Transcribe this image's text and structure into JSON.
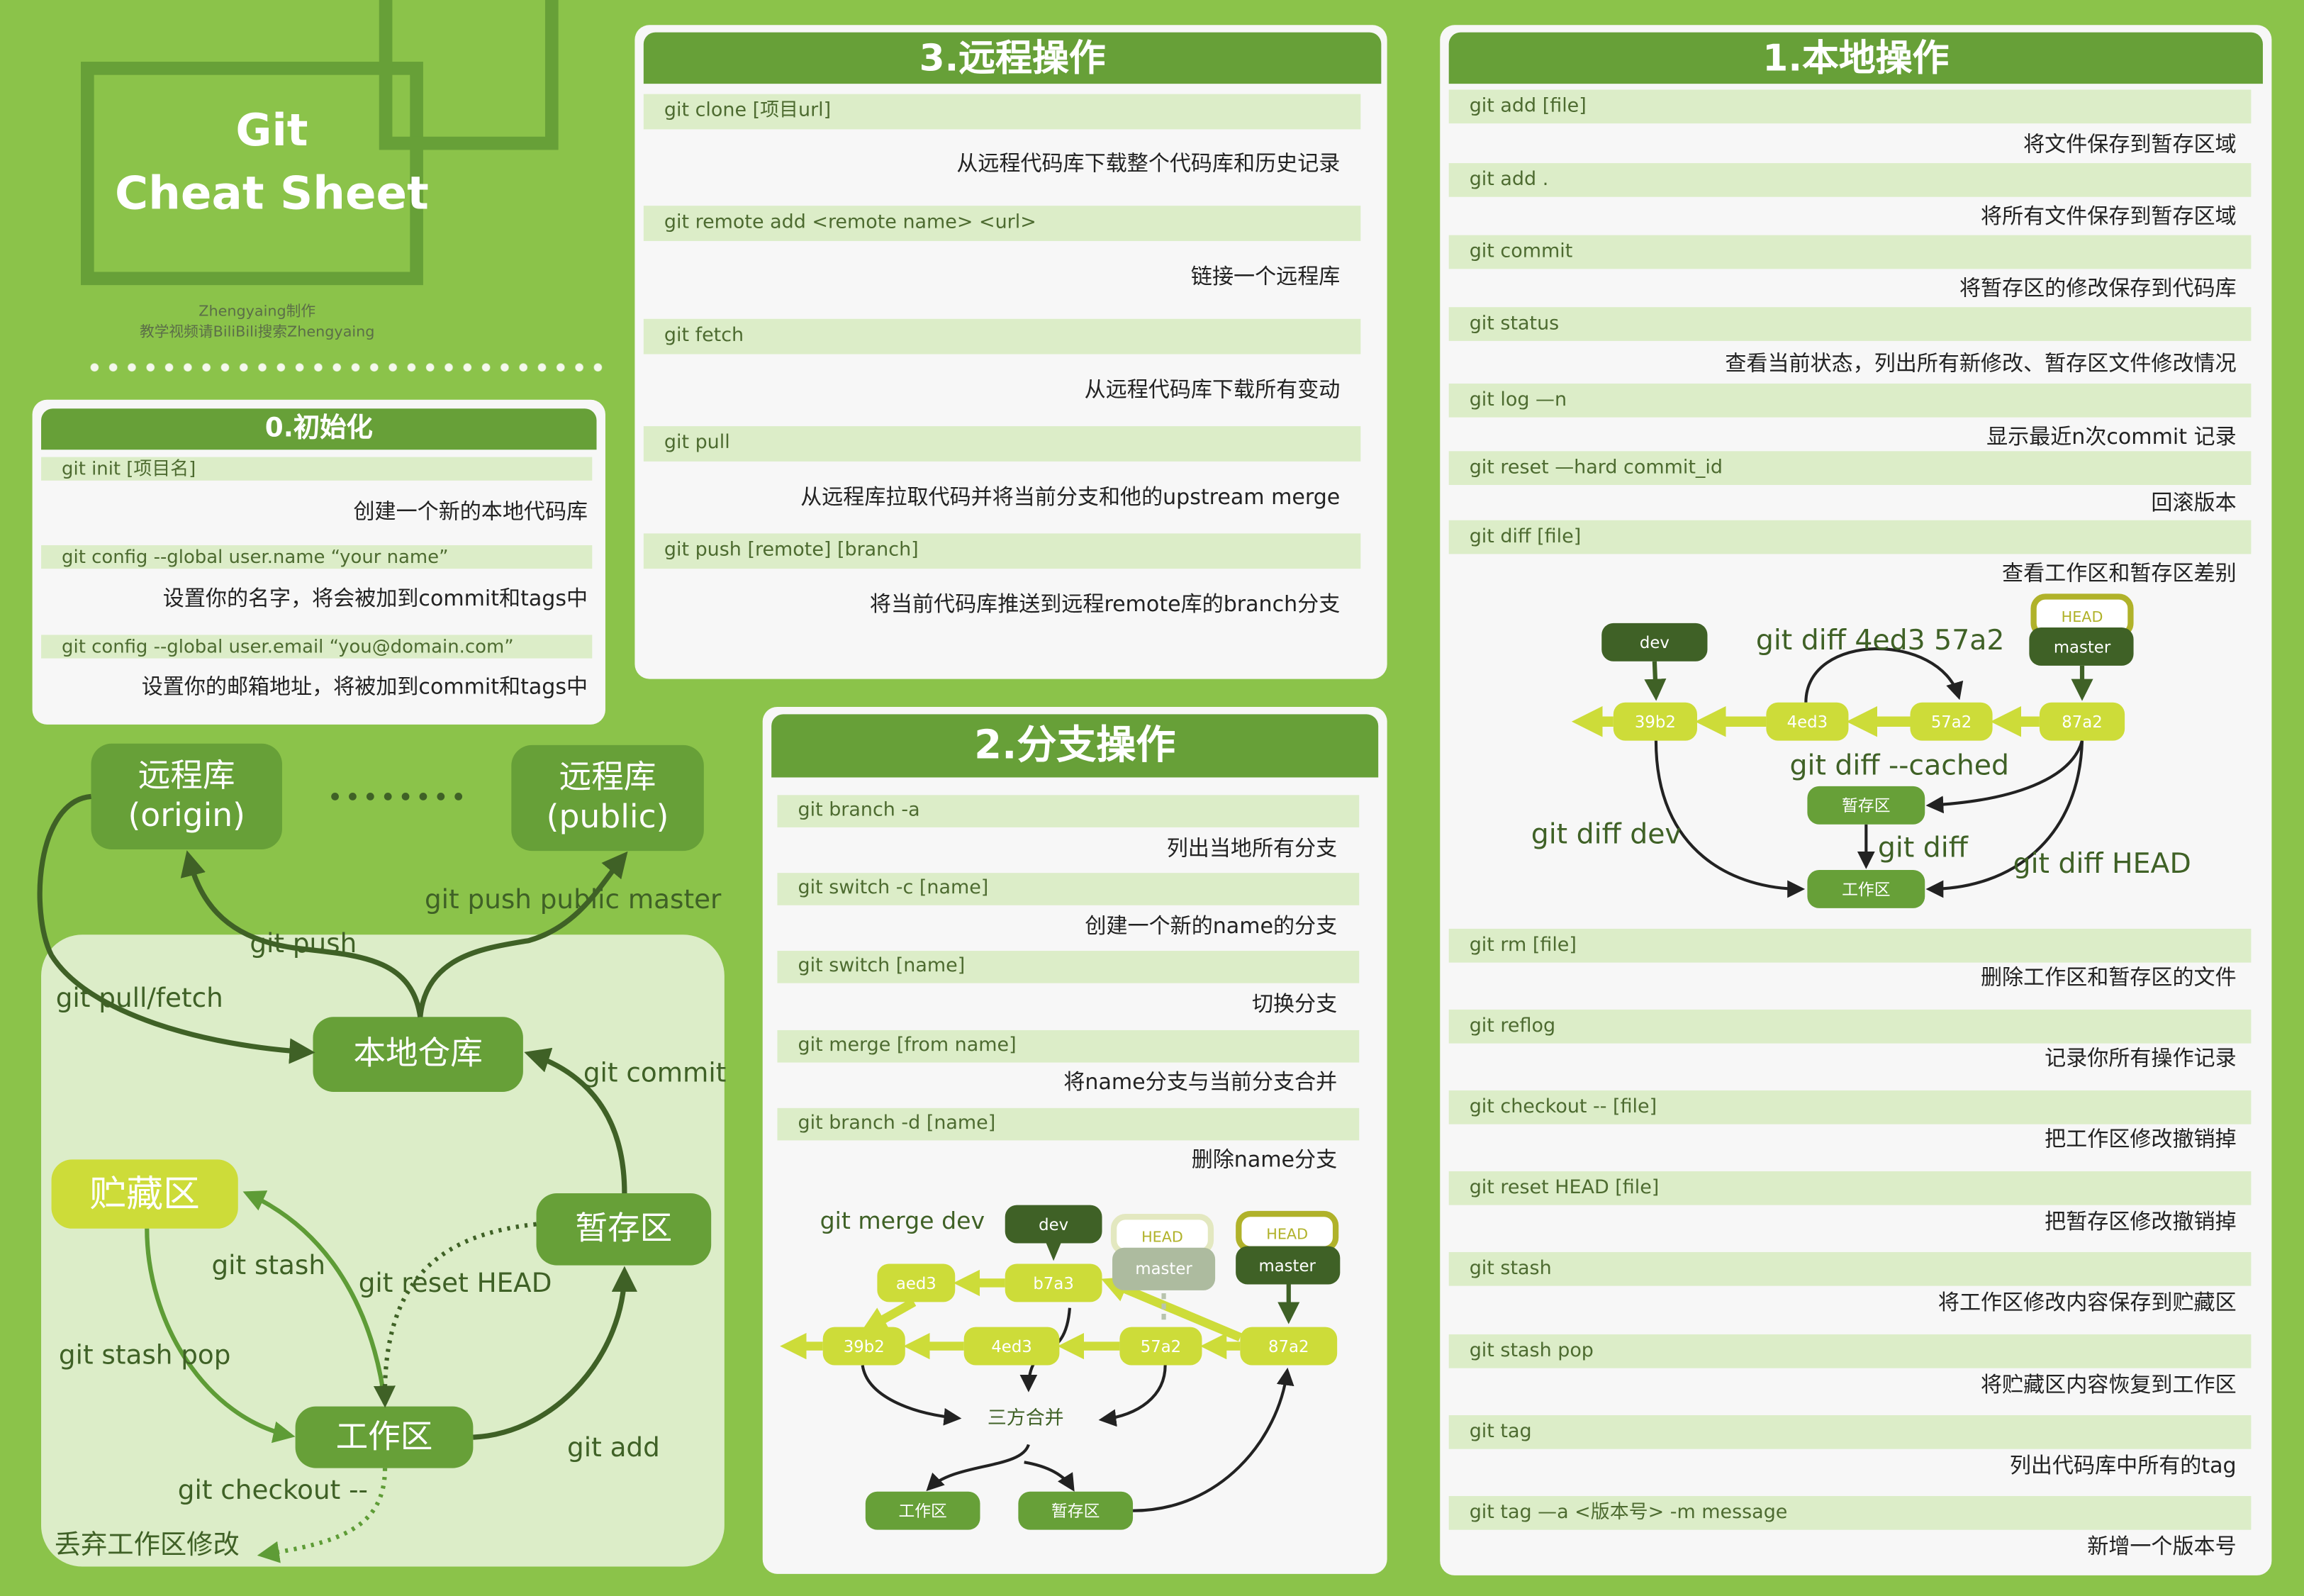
{
  "colors": {
    "background": "#8bc34a",
    "header": "#67a038",
    "row": "#dcedc8",
    "dark": "#3f6126",
    "commit": "#cddc39",
    "head_border": "#b0b22a"
  },
  "logo": {
    "title_line1": "Git",
    "title_line2": "Cheat Sheet",
    "credit1": "Zhengyaing制作",
    "credit2": "教学视频请BiliBili搜索Zhengyaing"
  },
  "init": {
    "title": "0.初始化",
    "rows": [
      {
        "cmd": "git init [项目名]",
        "desc": "创建一个新的本地代码库"
      },
      {
        "cmd": "git config --global user.name “your name”",
        "desc": "设置你的名字，将会被加到commit和tags中"
      },
      {
        "cmd": "git config --global user.email “you@domain.com”",
        "desc": "设置你的邮箱地址，将被加到commit和tags中"
      }
    ]
  },
  "remote": {
    "title": "3.远程操作",
    "rows": [
      {
        "cmd": "git clone [项目url]",
        "desc": "从远程代码库下载整个代码库和历史记录"
      },
      {
        "cmd": "git remote add <remote name> <url>",
        "desc": "链接一个远程库"
      },
      {
        "cmd": "git fetch",
        "desc": "从远程代码库下载所有变动"
      },
      {
        "cmd": "git pull",
        "desc": "从远程库拉取代码并将当前分支和他的upstream merge"
      },
      {
        "cmd": "git push [remote] [branch]",
        "desc": "将当前代码库推送到远程remote库的branch分支"
      }
    ]
  },
  "branch": {
    "title": "2.分支操作",
    "rows": [
      {
        "cmd": "git branch -a",
        "desc": "列出当地所有分支"
      },
      {
        "cmd": "git switch -c [name]",
        "desc": "创建一个新的name的分支"
      },
      {
        "cmd": "git switch [name]",
        "desc": "切换分支"
      },
      {
        "cmd": "git merge [from name]",
        "desc": "将name分支与当前分支合并"
      },
      {
        "cmd": "git branch -d [name]",
        "desc": "删除name分支"
      }
    ],
    "diagram": {
      "label": "git merge dev",
      "dev": "dev",
      "head": "HEAD",
      "master": "master",
      "commits": [
        "aed3",
        "b7a3",
        "39b2",
        "4ed3",
        "57a2",
        "87a2"
      ],
      "merge": "三方合并",
      "work": "工作区",
      "stage": "暂存区"
    }
  },
  "local": {
    "title": "1.本地操作",
    "rows": [
      {
        "cmd": "git add [file]",
        "desc": "将文件保存到暂存区域"
      },
      {
        "cmd": "git add .",
        "desc": "将所有文件保存到暂存区域"
      },
      {
        "cmd": "git commit",
        "desc": "将暂存区的修改保存到代码库"
      },
      {
        "cmd": "git status",
        "desc": "查看当前状态，列出所有新修改、暂存区文件修改情况"
      },
      {
        "cmd": "git log —n",
        "desc": "显示最近n次commit 记录"
      },
      {
        "cmd": "git reset —hard commit_id",
        "desc": "回滚版本"
      },
      {
        "cmd": "git diff [file]",
        "desc": "查看工作区和暂存区差别"
      },
      {
        "cmd": "git rm [file]",
        "desc": "删除工作区和暂存区的文件"
      },
      {
        "cmd": "git reflog",
        "desc": "记录你所有操作记录"
      },
      {
        "cmd": "git checkout -- [file]",
        "desc": "把工作区修改撤销掉"
      },
      {
        "cmd": "git reset HEAD [file]",
        "desc": "把暂存区修改撤销掉"
      },
      {
        "cmd": "git stash",
        "desc": "将工作区修改内容保存到贮藏区"
      },
      {
        "cmd": "git stash pop",
        "desc": "将贮藏区内容恢复到工作区"
      },
      {
        "cmd": "git tag",
        "desc": "列出代码库中所有的tag"
      },
      {
        "cmd": "git tag —a <版本号> -m message",
        "desc": "新增一个版本号"
      }
    ],
    "diagram": {
      "dev": "dev",
      "head": "HEAD",
      "master": "master",
      "commits": [
        "39b2",
        "4ed3",
        "57a2",
        "87a2"
      ],
      "stage": "暂存区",
      "work": "工作区",
      "l_range": "git diff 4ed3 57a2",
      "l_cached": "git diff --cached",
      "l_dev": "git diff dev",
      "l_diff": "git diff",
      "l_head": "git diff HEAD"
    }
  },
  "flow": {
    "origin": "远程库\n(origin)",
    "public": "远程库\n(public)",
    "local_repo": "本地仓库",
    "stash": "贮藏区",
    "stage": "暂存区",
    "work": "工作区",
    "l_push_public": "git push public master",
    "l_push": "git push",
    "l_pull": "git pull/fetch",
    "l_commit": "git commit",
    "l_stash": "git stash",
    "l_reset": "git reset HEAD",
    "l_pop": "git stash pop",
    "l_add": "git add",
    "l_checkout": "git checkout --",
    "l_discard": "丢弃工作区修改"
  }
}
